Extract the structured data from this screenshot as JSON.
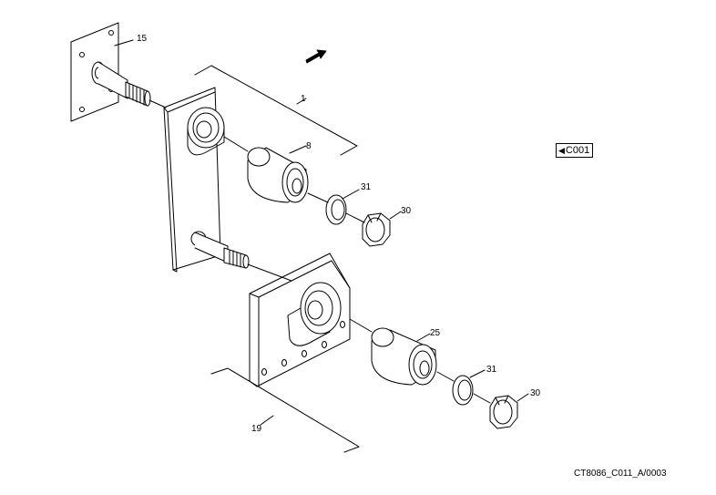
{
  "callouts": {
    "c15": "15",
    "c1": "1",
    "c8": "8",
    "c31_upper": "31",
    "c30_upper": "30",
    "c25": "25",
    "c31_lower": "31",
    "c30_lower": "30",
    "c19": "19"
  },
  "reference_tag": {
    "triangle": "◀",
    "label": "C001"
  },
  "drawing_code": "CT8086_C011_A/0003",
  "colors": {
    "line": "#000000",
    "background": "#ffffff"
  }
}
